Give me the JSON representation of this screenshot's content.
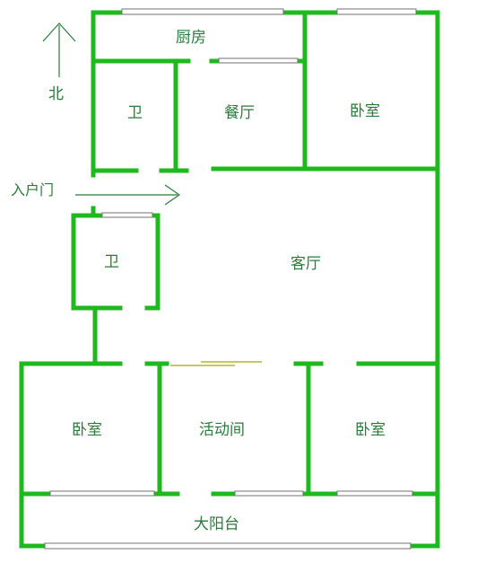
{
  "compass": {
    "label": "北"
  },
  "entrance": {
    "label": "入户门"
  },
  "rooms": {
    "kitchen": "厨房",
    "bath_north": "卫",
    "dining": "餐厅",
    "bedroom_ne": "卧室",
    "bath_mid": "卫",
    "living": "客厅",
    "bedroom_sw": "卧室",
    "activity": "活动间",
    "bedroom_se": "卧室",
    "balcony": "大阳台"
  },
  "colors": {
    "wall": "#1fb81f",
    "window": "#707070",
    "sliding_door": "#c8c860",
    "text": "#2b7a3b"
  }
}
